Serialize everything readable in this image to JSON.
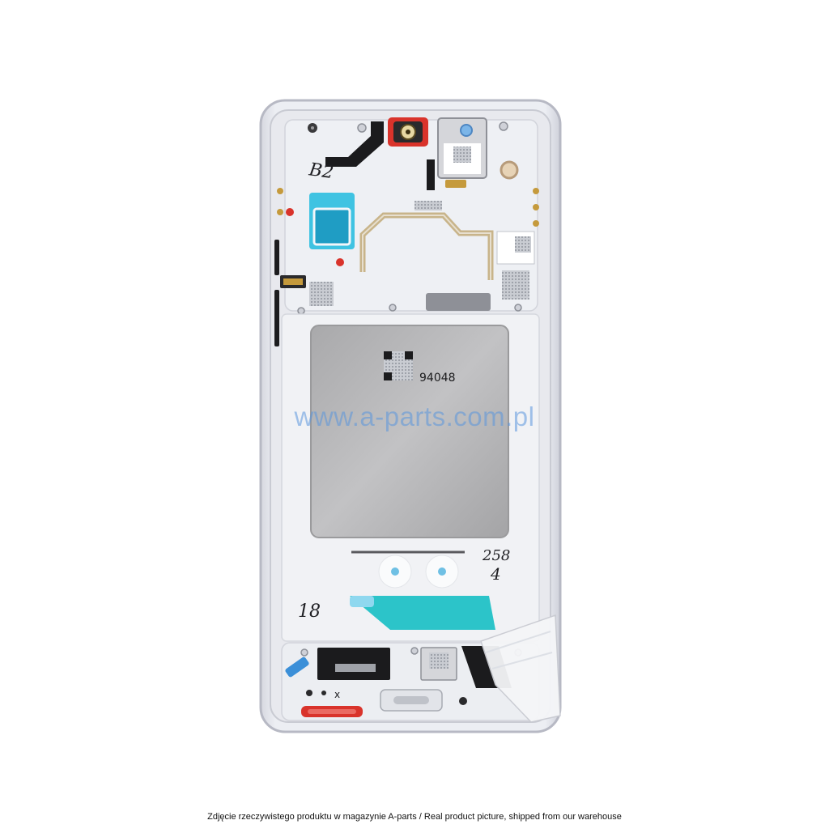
{
  "product": {
    "battery_label_code": "94048",
    "handwritten_top": "B2",
    "handwritten_right_1": "258",
    "handwritten_right_2": "4",
    "handwritten_left": "18",
    "handwritten_mark": "x"
  },
  "watermark": {
    "text": "www.a-parts.com.pl"
  },
  "caption": {
    "text": "Zdjęcie rzeczywistego produktu w magazynie A-parts / Real product picture, shipped from our warehouse"
  },
  "colors": {
    "frame": "#e3e4ea",
    "frame_edge": "#b9bbc6",
    "inner_plate": "#eef0f4",
    "battery_area": "#b9b9bb",
    "blue_tape": "#3fc3e2",
    "cyan_tape": "#2cc4c9",
    "red_accent": "#d9332b"
  }
}
